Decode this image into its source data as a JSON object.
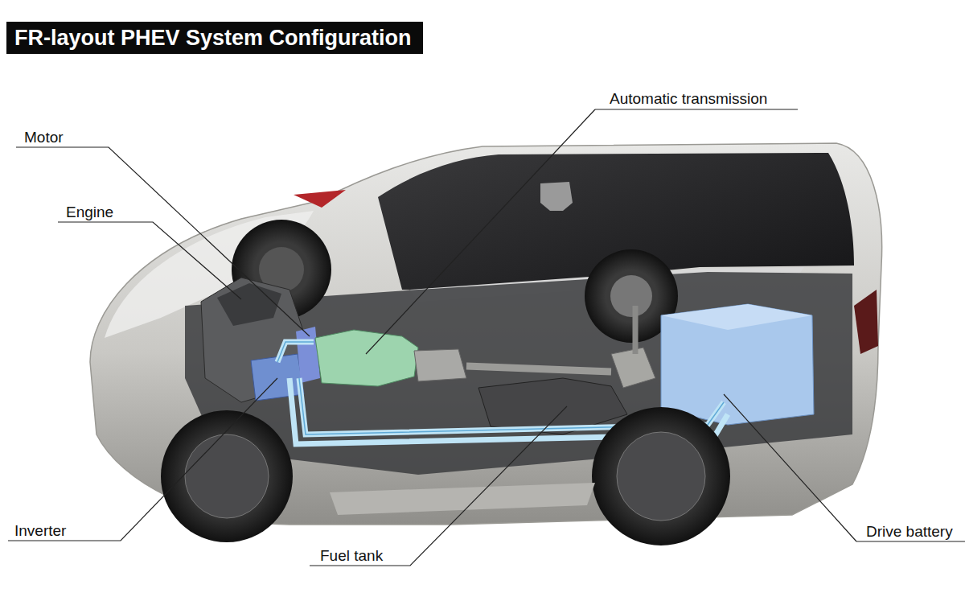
{
  "diagram": {
    "title": "FR-layout PHEV System Configuration",
    "labels": [
      "Motor",
      "Engine",
      "Automatic transmission",
      "Inverter",
      "Fuel tank",
      "Drive battery"
    ]
  }
}
